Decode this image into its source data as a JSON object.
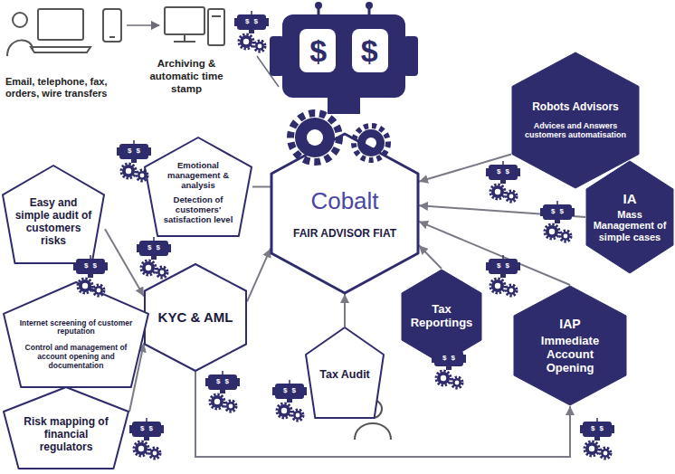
{
  "diagram": {
    "nodes": [
      {
        "text": [
          "Cobalt",
          "FAIR ADVISOR FIAT"
        ]
      },
      {
        "text": [
          "Robots Advisors",
          "Advices and Answers customers automatisation"
        ]
      },
      {
        "text": [
          "IA",
          "Mass Management of simple cases"
        ]
      },
      {
        "text": [
          "Emotional management & analysis",
          "Detection of customers' satisfaction level"
        ]
      },
      {
        "text": [
          "Easy and simple audit of customers risks"
        ]
      },
      {
        "text": [
          "KYC & AML"
        ]
      },
      {
        "text": [
          "Internet screening of customer reputation",
          "Control and management of account opening and documentation"
        ]
      },
      {
        "text": [
          "Risk mapping of financial regulators"
        ]
      },
      {
        "text": [
          "Tax Audit"
        ]
      },
      {
        "text": [
          "Tax Reportings"
        ]
      },
      {
        "text": [
          "IAP",
          "Immediate Account Opening"
        ]
      }
    ],
    "edges": [
      {
        "from": 3,
        "to": 0,
        "arrow": "none"
      },
      {
        "from": 4,
        "to": 5,
        "arrow": "to"
      },
      {
        "from": 6,
        "to": 5,
        "arrow": "to"
      },
      {
        "from": 7,
        "to": 5,
        "arrow": "to"
      },
      {
        "from": 5,
        "to": 0,
        "arrow": "to"
      },
      {
        "from": 8,
        "to": 0,
        "arrow": "to"
      },
      {
        "from": 9,
        "to": 0,
        "arrow": "to"
      },
      {
        "from": 10,
        "to": 0,
        "arrow": "to"
      },
      {
        "from": 2,
        "to": 0,
        "arrow": "to"
      },
      {
        "from": 1,
        "to": 0,
        "arrow": "to"
      },
      {
        "from": 5,
        "to": 10,
        "arrow": "to"
      }
    ],
    "labels": [
      "Email, telephone, fax, orders, wire transfers",
      "Archiving & automatic time stamp",
      "$ $",
      "$ $",
      "$ $",
      "$ $",
      "$ $",
      "$ $",
      "$ $",
      "$ $",
      "$ $",
      "$ $",
      "$ $",
      "$ $",
      "$ $"
    ]
  }
}
